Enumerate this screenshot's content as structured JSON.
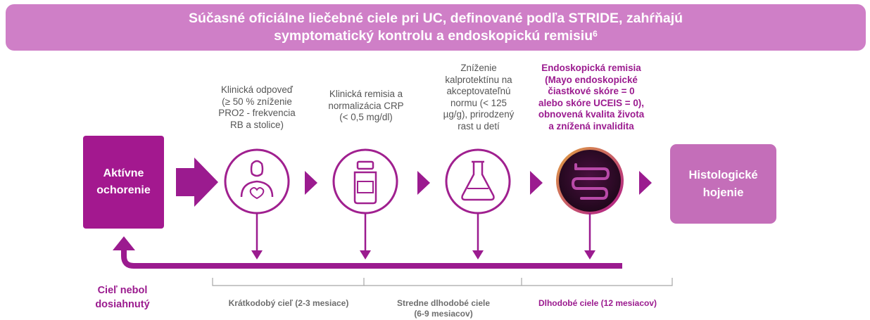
{
  "header": {
    "title_line1": "Súčasné oficiálne liečebné ciele pri UC, definované podľa STRIDE, zahŕňajú",
    "title_line2": "symptomatický kontrolu a endoskopickú remisiu",
    "title_ref": "6"
  },
  "start_box": {
    "line1": "Aktívne",
    "line2": "ochorenie"
  },
  "end_box": {
    "line1": "Histologické",
    "line2": "hojenie"
  },
  "steps": [
    {
      "icon": "patient-icon",
      "lines": [
        "Klinická odpoveď",
        "(≥ 50 % zníženie",
        "PRO2 - frekvencia",
        "RB a stolice)"
      ]
    },
    {
      "icon": "medicine-bottle-icon",
      "lines": [
        "Klinická remisia a",
        "normalizácia CRP",
        "(< 0,5 mg/dl)"
      ]
    },
    {
      "icon": "lab-flask-icon",
      "lines": [
        "Zníženie",
        "kalprotektínu na",
        "akceptovateľnú",
        "normu (< 125",
        "µg/g), prirodzený",
        "rast u detí"
      ]
    },
    {
      "icon": "intestine-icon",
      "lines": [
        "Endoskopická remisia",
        "(Mayo endoskopické",
        "čiastkové skóre = 0",
        "alebo skóre UCEIS = 0),",
        "obnovená kvalita života",
        "a znížená invalidita"
      ]
    }
  ],
  "feedback": {
    "line1": "Cieľ nebol",
    "line2": "dosiahnutý"
  },
  "timeframes": [
    {
      "lines": [
        "Krátkodobý cieľ (2-3 mesiace)"
      ]
    },
    {
      "lines": [
        "Stredne dlhodobé ciele",
        "(6-9 mesiacov)"
      ]
    },
    {
      "lines": [
        "Dlhodobé ciele (12 mesiacov)"
      ]
    }
  ],
  "colors": {
    "banner": "#cf7fc7",
    "primary": "#9b1b8f",
    "active_box": "#a3188f",
    "end_box": "#c46eb9",
    "icon_stroke": "#a0208f",
    "bracket": "#a8a8a8"
  }
}
